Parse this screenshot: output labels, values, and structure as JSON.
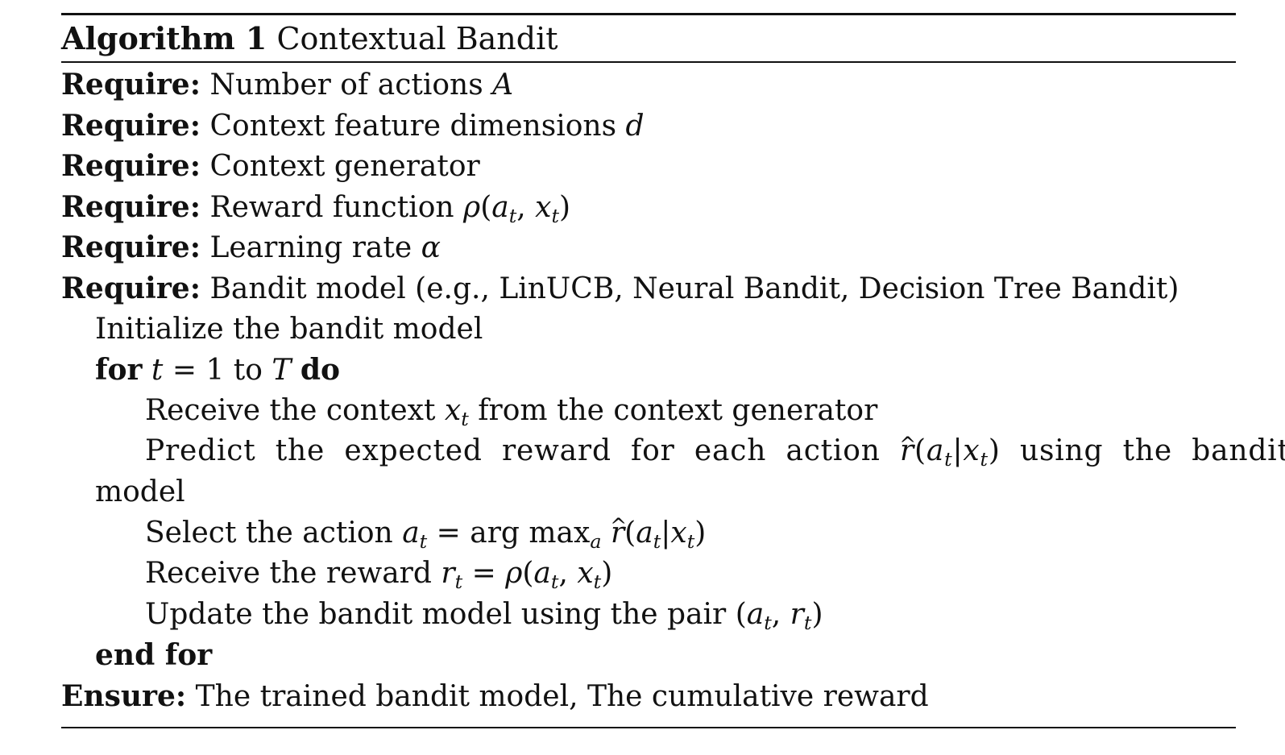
{
  "algorithm": {
    "caption_label": "Algorithm 1",
    "caption_title": "Contextual Bandit",
    "require_keyword": "Require:",
    "requires": [
      {
        "text": "Number of actions",
        "math": "A"
      },
      {
        "text": "Context feature dimensions",
        "math": "d"
      },
      {
        "text": "Context generator",
        "math": ""
      },
      {
        "text": "Reward function",
        "math": "ρ(a_t, x_t)"
      },
      {
        "text": "Learning rate",
        "math": "α"
      },
      {
        "text": "Bandit model (e.g., LinUCB, Neural Bandit, Decision Tree Bandit)",
        "math": ""
      }
    ],
    "init_line": "Initialize the bandit model",
    "for_keyword": "for",
    "for_condition": "t = 1 to T",
    "do_keyword": "do",
    "body": {
      "receive_context_pre": "Receive the context",
      "receive_context_post": "from the context generator",
      "predict_pre": "Predict the expected reward for each action",
      "predict_post": "using the bandit",
      "predict_wrap": "model",
      "select_pre": "Select the action",
      "receive_reward_pre": "Receive the reward",
      "update_pre": "Update the bandit model using the pair"
    },
    "end_for": "end for",
    "ensure_keyword": "Ensure:",
    "ensure_text": "The trained bandit model, The cumulative reward"
  }
}
